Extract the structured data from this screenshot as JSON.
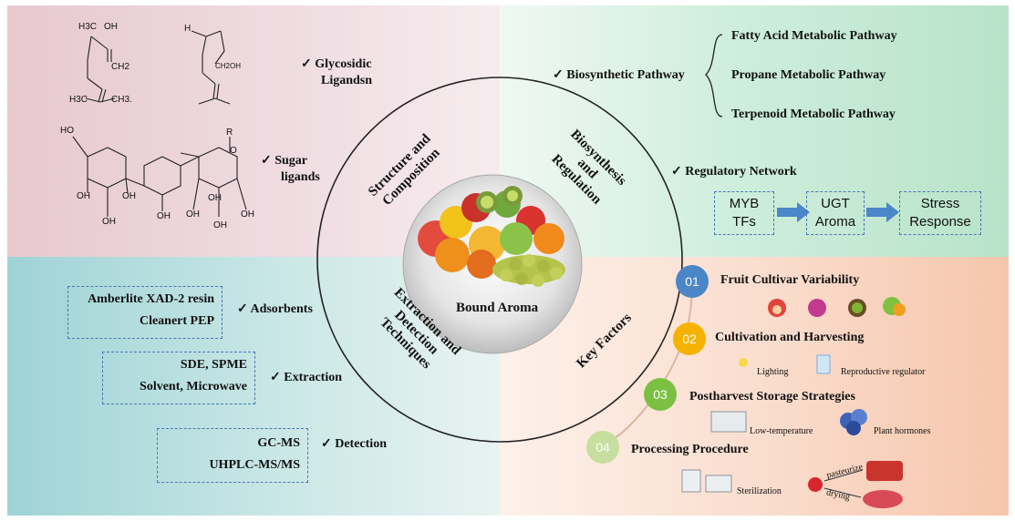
{
  "center": {
    "label": "Bound Aroma"
  },
  "ring_labels": {
    "structure": [
      "Structure and",
      "Composition"
    ],
    "biosynthesis": [
      "Biosynthesis",
      "and",
      "Regulation"
    ],
    "extraction": [
      "Extraction and",
      "Detection",
      "Techniques"
    ],
    "key_factors": "Key Factors"
  },
  "structure": {
    "glycosidic": [
      "✓  Glycosidic",
      "Ligandsn"
    ],
    "sugar": [
      "✓  Sugar",
      "ligands"
    ],
    "molecule_labels": {
      "linalool": [
        "H3C",
        "OH",
        "CH2",
        "H3C",
        "CH3."
      ],
      "citronellol": [
        "H",
        "CH2OH"
      ],
      "sugar": [
        "HO",
        "R",
        "O",
        "OH",
        "OH",
        "OH",
        "OH",
        "OH",
        "OH",
        "OH",
        "OH"
      ]
    }
  },
  "biosynthesis": {
    "pathway_label": "✓  Biosynthetic Pathway",
    "pathways": [
      "Fatty Acid Metabolic Pathway",
      "Propane Metabolic Pathway",
      "Terpenoid Metabolic Pathway"
    ],
    "network_label": "✓  Regulatory Network",
    "network": [
      [
        "MYB",
        "TFs"
      ],
      [
        "UGT",
        "Aroma"
      ],
      [
        "Stress",
        "Response"
      ]
    ]
  },
  "extraction": {
    "adsorbents": {
      "items": [
        "Amberlite XAD-2 resin",
        "Cleanert PEP"
      ],
      "label": "✓  Adsorbents"
    },
    "extraction": {
      "items": [
        "SDE, SPME",
        "Solvent, Microwave"
      ],
      "label": "✓  Extraction"
    },
    "detection": {
      "items": [
        "GC-MS",
        "UHPLC-MS/MS"
      ],
      "label": "✓  Detection"
    }
  },
  "factors": [
    {
      "num": "01",
      "title": "Fruit Cultivar Variability",
      "color": "#4a86c8",
      "captions": []
    },
    {
      "num": "02",
      "title": "Cultivation and Harvesting",
      "color": "#f5b300",
      "captions": [
        "Lighting",
        "Reproductive  regulator"
      ]
    },
    {
      "num": "03",
      "title": "Postharvest Storage Strategies",
      "color": "#7bc043",
      "captions": [
        "Low-temperature",
        "Plant hormones"
      ]
    },
    {
      "num": "04",
      "title": "Processing Procedure",
      "color": "#c6df9e",
      "captions": [
        "Sterilization",
        "pasteurize",
        "drying"
      ]
    }
  ],
  "colors": {
    "dashed_box": "#4a78b8",
    "arrow": "#4a86c8"
  }
}
